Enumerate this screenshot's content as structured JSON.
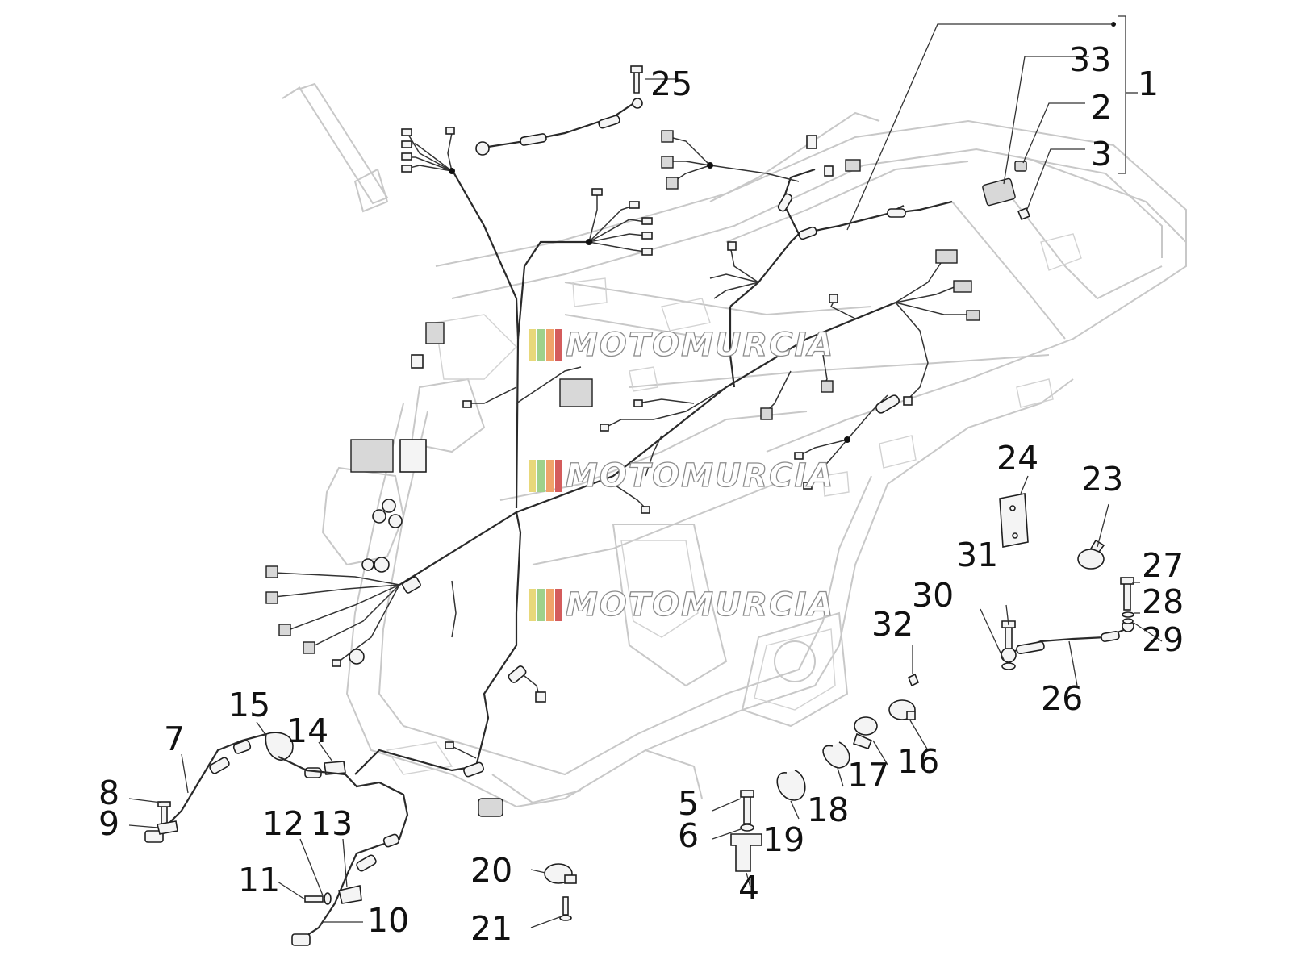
{
  "diagram": {
    "watermark_text": "MOTOMURCIA",
    "watermark_colors": [
      "#e8d87a",
      "#9fd18b",
      "#f0a36a",
      "#d45c5c",
      "#9a9a9a"
    ],
    "callouts": [
      "1",
      "2",
      "3",
      "4",
      "5",
      "6",
      "7",
      "8",
      "9",
      "10",
      "11",
      "12",
      "13",
      "14",
      "15",
      "16",
      "17",
      "18",
      "19",
      "20",
      "21",
      "23",
      "24",
      "25",
      "26",
      "27",
      "28",
      "29",
      "30",
      "31",
      "32",
      "33"
    ]
  },
  "colors": {
    "background": "#ffffff",
    "frame_line": "#c8c8c8",
    "part_line": "#1e1e1e"
  }
}
